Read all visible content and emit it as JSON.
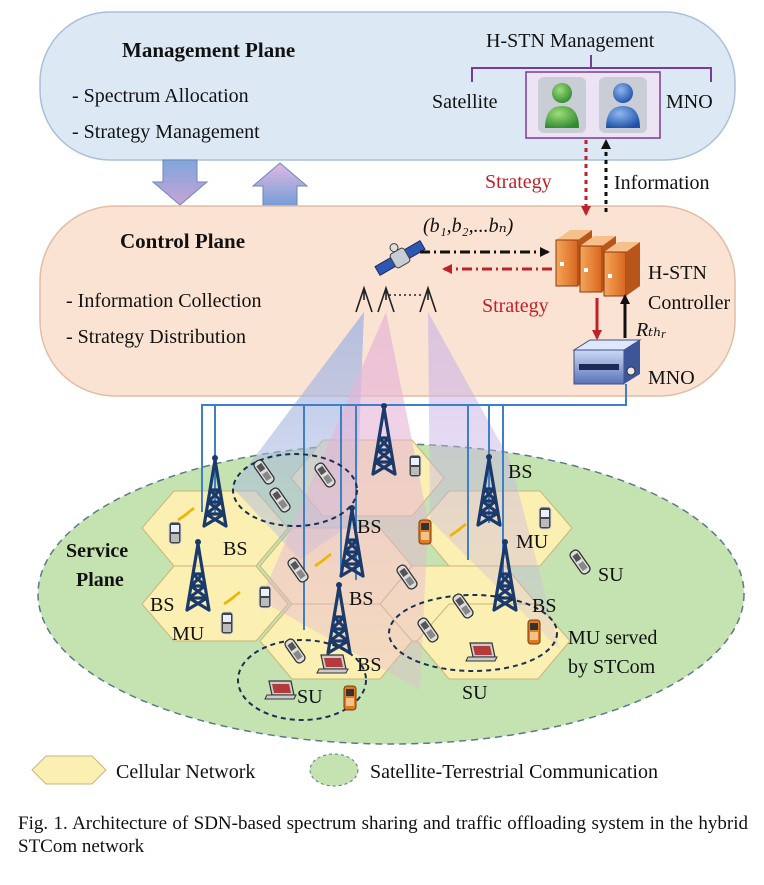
{
  "management": {
    "title": "Management Plane",
    "items": [
      "- Spectrum Allocation",
      "- Strategy Management"
    ],
    "hstn_label": "H-STN Management",
    "left_party": "Satellite",
    "right_party": "MNO"
  },
  "arrows": {
    "strategy_down": "Strategy",
    "information_up": "Information",
    "sat_report": "(b₁,b₂,...bₙ)",
    "strategy_to_sat": "Strategy",
    "threshold": "Rₜₕᵣ"
  },
  "control": {
    "title": "Control Plane",
    "items": [
      "- Information Collection",
      "- Strategy Distribution"
    ],
    "controller_line1": "H-STN",
    "controller_line2": "Controller",
    "mno": "MNO"
  },
  "service": {
    "title_line1": "Service",
    "title_line2": "Plane",
    "labels": {
      "bs_top_right": "BS",
      "bs_upper_left": "BS",
      "bs_center_top": "BS",
      "bs_left_mid": "BS",
      "bs_center": "BS",
      "bs_right": "BS",
      "bs_bottom": "BS",
      "mu_right": "MU",
      "mu_left": "MU",
      "su_right": "SU",
      "su_bottom_left": "SU",
      "su_bottom_mid": "SU",
      "mu_served_line1": "MU served",
      "mu_served_line2": "by STCom"
    }
  },
  "legend": {
    "cellular": "Cellular Network",
    "stcom": "Satellite-Terrestrial Communication"
  },
  "caption": "Fig. 1.  Architecture of SDN-based spectrum sharing and traffic offloading system in the hybrid STCom network",
  "colors": {
    "management_fill": "#dce9f5",
    "control_fill": "#fbe3d3",
    "service_fill": "#c5e3b0",
    "hex_fill": "#fbefb2",
    "strategy_red": "#c0202a",
    "tower": "#1a3a6b",
    "hstn_purple": "#7a3a9a"
  }
}
